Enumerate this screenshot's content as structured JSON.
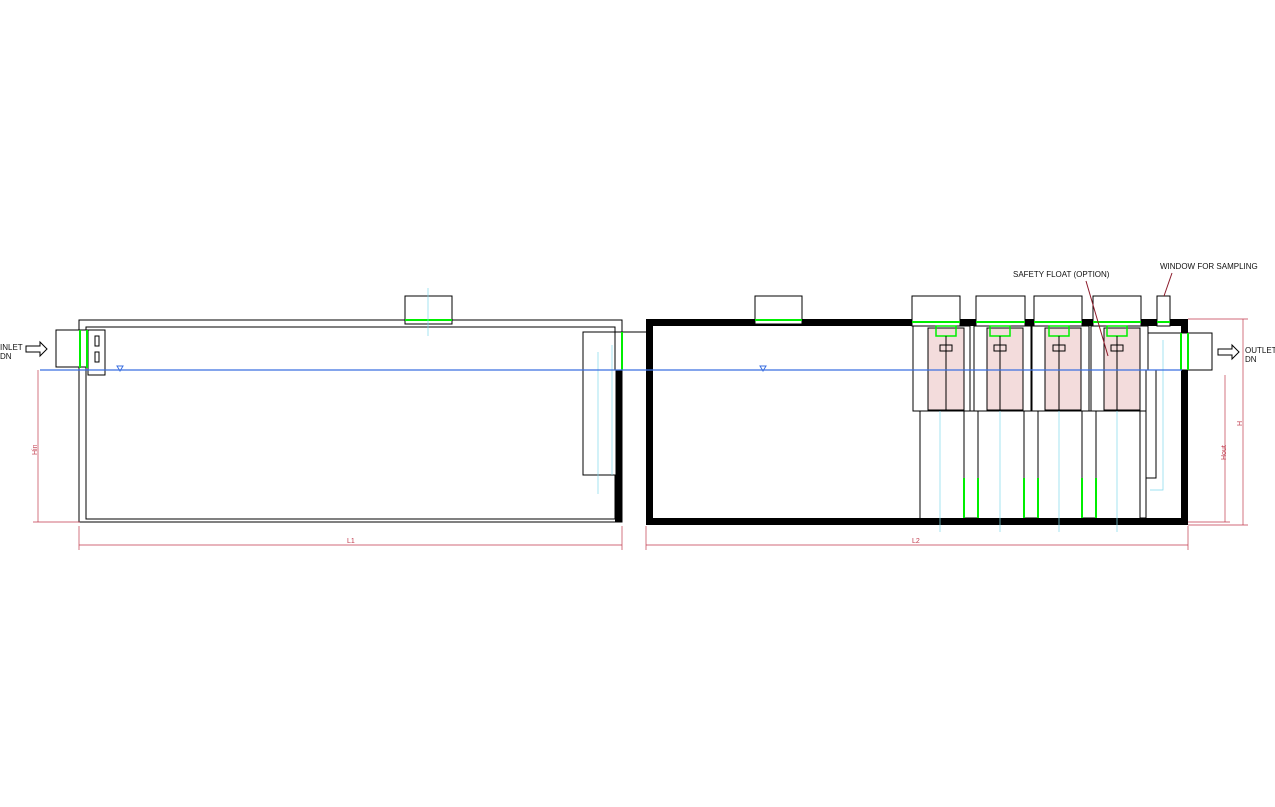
{
  "labels": {
    "inlet_line1": "INLET",
    "inlet_line2": "DN",
    "outlet_line1": "OUTLET",
    "outlet_line2": "DN",
    "safety_float": "SAFETY FLOAT (OPTION)",
    "window_sampling": "WINDOW FOR SAMPLING"
  },
  "dimensions": {
    "l1": "L1",
    "l2": "L2",
    "h": "H",
    "hin": "Hin",
    "hout": "Hout"
  },
  "colors": {
    "outline": "#000000",
    "seal": "#00ee00",
    "water_level": "#3b6fe0",
    "centerline": "#7fd8ec",
    "dimension": "#c0394b",
    "filter_fill": "#f3dcdc"
  },
  "icons": {
    "arrow": "arrow-right-icon",
    "water_level_marker": "triangle-down-icon"
  }
}
